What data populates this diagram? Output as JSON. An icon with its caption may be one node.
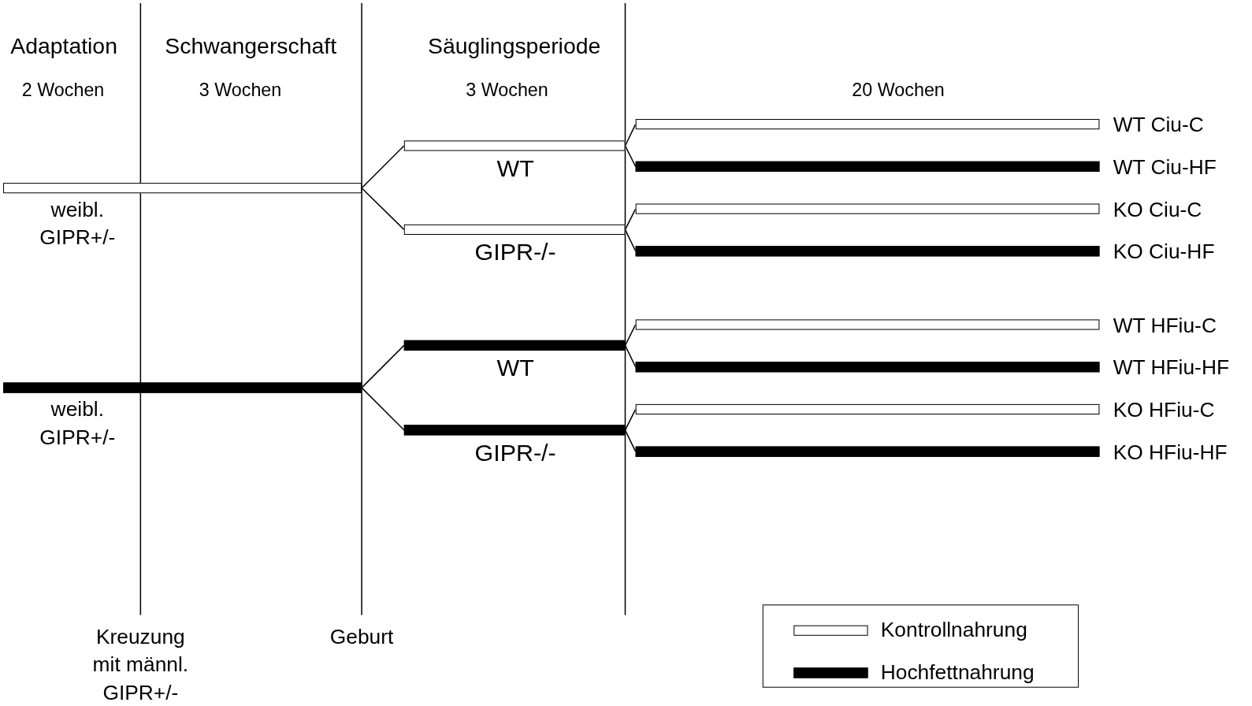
{
  "diagram": {
    "nodes": [
      {
        "text": [],
        "shape": "bar",
        "beside": [
          "weibl. GIPR+/-"
        ]
      },
      {
        "text": [],
        "shape": "bar",
        "beside": [
          "WT"
        ]
      },
      {
        "text": [],
        "shape": "bar",
        "beside": [
          "GIPR-/-"
        ]
      },
      {
        "text": [],
        "shape": "bar",
        "beside": [
          "WT Ciu-C"
        ]
      },
      {
        "text": [],
        "shape": "bar",
        "beside": [
          "WT Ciu-HF"
        ]
      },
      {
        "text": [],
        "shape": "bar",
        "beside": [
          "KO Ciu-C"
        ]
      },
      {
        "text": [],
        "shape": "bar",
        "beside": [
          "KO Ciu-HF"
        ]
      },
      {
        "text": [],
        "shape": "bar",
        "beside": [
          "weibl. GIPR+/-"
        ]
      },
      {
        "text": [],
        "shape": "bar",
        "beside": [
          "WT"
        ]
      },
      {
        "text": [],
        "shape": "bar",
        "beside": [
          "GIPR-/-"
        ]
      },
      {
        "text": [],
        "shape": "bar",
        "beside": [
          "WT HFiu-C"
        ]
      },
      {
        "text": [],
        "shape": "bar",
        "beside": [
          "WT HFiu-HF"
        ]
      },
      {
        "text": [],
        "shape": "bar",
        "beside": [
          "KO HFiu-C"
        ]
      },
      {
        "text": [],
        "shape": "bar",
        "beside": [
          "KO HFiu-HF"
        ]
      }
    ],
    "edges": [
      {
        "from": 0,
        "to": 1,
        "arrow": "none"
      },
      {
        "from": 0,
        "to": 2,
        "arrow": "none"
      },
      {
        "from": 1,
        "to": 3,
        "arrow": "none"
      },
      {
        "from": 1,
        "to": 4,
        "arrow": "none"
      },
      {
        "from": 2,
        "to": 5,
        "arrow": "none"
      },
      {
        "from": 2,
        "to": 6,
        "arrow": "none"
      },
      {
        "from": 7,
        "to": 8,
        "arrow": "none"
      },
      {
        "from": 7,
        "to": 9,
        "arrow": "none"
      },
      {
        "from": 8,
        "to": 10,
        "arrow": "none"
      },
      {
        "from": 8,
        "to": 11,
        "arrow": "none"
      },
      {
        "from": 9,
        "to": 12,
        "arrow": "none"
      },
      {
        "from": 9,
        "to": 13,
        "arrow": "none"
      }
    ],
    "labels": [
      "Adaptation",
      "Schwangerschaft",
      "Säuglingsperiode",
      "2 Wochen",
      "3 Wochen",
      "3 Wochen",
      "20 Wochen",
      "Kreuzung mit männl. GIPR+/-",
      "Geburt"
    ],
    "legend": [
      {
        "text": "Kontrollnahrung",
        "color": "#ffffff"
      },
      {
        "text": "Hochfettnahrung",
        "color": "#000000"
      }
    ]
  }
}
